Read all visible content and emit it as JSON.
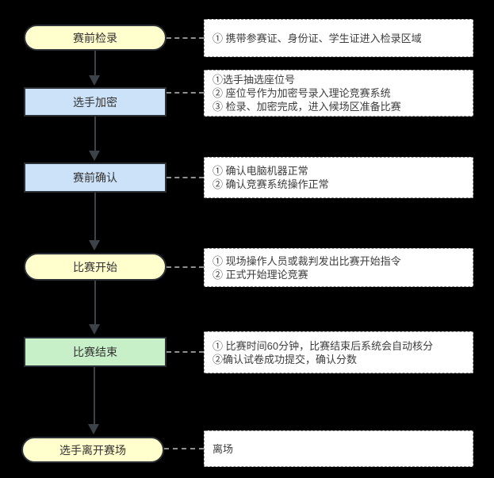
{
  "diagram": {
    "type": "flowchart",
    "background": "#000000",
    "colors": {
      "stadium_fill": "#FFFECC",
      "process_fill": "#CCE2F8",
      "end_fill": "#C8F0C8",
      "node_border": "#2A2F36",
      "node_text": "#333333",
      "note_background": "#FFFFFF",
      "note_border": "#8F8F8F",
      "note_text": "#3D3D3D",
      "arrow": "#3D4248",
      "connector": "#8F8F8F"
    },
    "steps": [
      {
        "label": "赛前检录",
        "shape": "stadium",
        "fill": "#FFFECC",
        "notes": [
          "① 携带参赛证、身份证、学生证进入检录区域"
        ]
      },
      {
        "label": "选手加密",
        "shape": "rectangle",
        "fill": "#CCE2F8",
        "notes": [
          "①选手抽选座位号",
          "② 座位号作为加密号录入理论竞赛系统",
          "③ 检录、加密完成，进入候场区准备比赛"
        ]
      },
      {
        "label": "赛前确认",
        "shape": "rectangle",
        "fill": "#CCE2F8",
        "notes": [
          "① 确认电脑机器正常",
          "② 确认竞赛系统操作正常"
        ]
      },
      {
        "label": "比赛开始",
        "shape": "stadium",
        "fill": "#FFFECC",
        "notes": [
          "① 现场操作人员或裁判发出比赛开始指令",
          "② 正式开始理论竞赛"
        ]
      },
      {
        "label": "比赛结束",
        "shape": "rectangle",
        "fill": "#C8F0C8",
        "notes": [
          "① 比赛时间60分钟，比赛结束后系统会自动核分",
          "②确认试卷成功提交，确认分数"
        ]
      },
      {
        "label": "选手离开赛场",
        "shape": "stadium",
        "fill": "#FFFECC",
        "notes": [
          "离场"
        ]
      }
    ]
  }
}
